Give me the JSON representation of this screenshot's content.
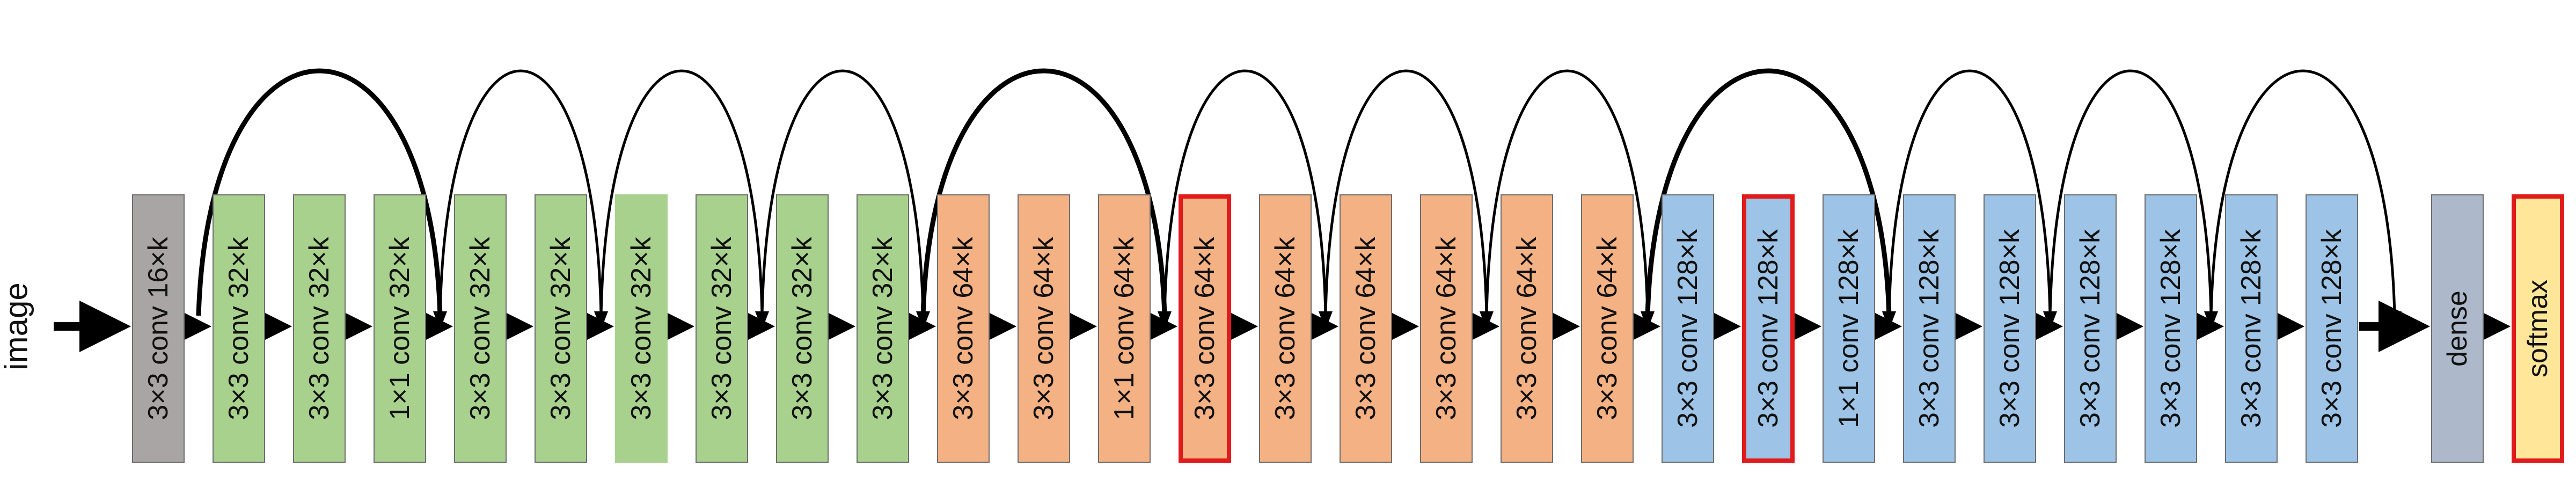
{
  "input_label": "image",
  "colors": {
    "gray": "#a9a5a4",
    "green": "#a9d18e",
    "orange": "#f4b183",
    "blue": "#9dc3e6",
    "dense": "#adb9ca",
    "softmax": "#ffe699",
    "highlight": "#e11b1b",
    "arrow": "#000000"
  },
  "layers": [
    {
      "label": "3×3 conv 16×k",
      "color": "gray",
      "highlight": false
    },
    {
      "label": "3×3 conv 32×k",
      "color": "green",
      "highlight": false
    },
    {
      "label": "3×3 conv 32×k",
      "color": "green",
      "highlight": false
    },
    {
      "label": "1×1 conv 32×k",
      "color": "green",
      "highlight": false
    },
    {
      "label": "3×3 conv 32×k",
      "color": "green",
      "highlight": false
    },
    {
      "label": "3×3 conv 32×k",
      "color": "green",
      "highlight": false
    },
    {
      "label": "3×3 conv 32×k",
      "color": "green",
      "highlight": false,
      "noborder": true
    },
    {
      "label": "3×3 conv 32×k",
      "color": "green",
      "highlight": false
    },
    {
      "label": "3×3 conv 32×k",
      "color": "green",
      "highlight": false
    },
    {
      "label": "3×3 conv 32×k",
      "color": "green",
      "highlight": false
    },
    {
      "label": "3×3 conv 64×k",
      "color": "orange",
      "highlight": false
    },
    {
      "label": "3×3 conv 64×k",
      "color": "orange",
      "highlight": false
    },
    {
      "label": "1×1 conv 64×k",
      "color": "orange",
      "highlight": false
    },
    {
      "label": "3×3 conv 64×k",
      "color": "orange",
      "highlight": true
    },
    {
      "label": "3×3 conv 64×k",
      "color": "orange",
      "highlight": false
    },
    {
      "label": "3×3 conv 64×k",
      "color": "orange",
      "highlight": false
    },
    {
      "label": "3×3 conv 64×k",
      "color": "orange",
      "highlight": false
    },
    {
      "label": "3×3 conv 64×k",
      "color": "orange",
      "highlight": false
    },
    {
      "label": "3×3 conv 64×k",
      "color": "orange",
      "highlight": false
    },
    {
      "label": "3×3 conv 128×k",
      "color": "blue",
      "highlight": false
    },
    {
      "label": "3×3 conv 128×k",
      "color": "blue",
      "highlight": true
    },
    {
      "label": "1×1 conv 128×k",
      "color": "blue",
      "highlight": false
    },
    {
      "label": "3×3 conv 128×k",
      "color": "blue",
      "highlight": false
    },
    {
      "label": "3×3 conv 128×k",
      "color": "blue",
      "highlight": false
    },
    {
      "label": "3×3 conv 128×k",
      "color": "blue",
      "highlight": false
    },
    {
      "label": "3×3 conv 128×k",
      "color": "blue",
      "highlight": false
    },
    {
      "label": "3×3 conv 128×k",
      "color": "blue",
      "highlight": false
    },
    {
      "label": "3×3 conv 128×k",
      "color": "blue",
      "highlight": false
    },
    {
      "label": "dense",
      "color": "dense",
      "highlight": false
    },
    {
      "label": "softmax",
      "color": "softmax",
      "highlight": true
    }
  ],
  "skip_connections": [
    {
      "from": 0,
      "to": 3,
      "bold": true
    },
    {
      "from": 3,
      "to": 5,
      "bold": false
    },
    {
      "from": 5,
      "to": 7,
      "bold": false
    },
    {
      "from": 7,
      "to": 9,
      "bold": false
    },
    {
      "from": 9,
      "to": 12,
      "bold": true
    },
    {
      "from": 12,
      "to": 14,
      "bold": false
    },
    {
      "from": 14,
      "to": 16,
      "bold": false
    },
    {
      "from": 16,
      "to": 18,
      "bold": false
    },
    {
      "from": 18,
      "to": 21,
      "bold": true
    },
    {
      "from": 21,
      "to": 23,
      "bold": false
    },
    {
      "from": 23,
      "to": 25,
      "bold": false
    },
    {
      "from": 25,
      "to": 27,
      "bold": false
    }
  ]
}
